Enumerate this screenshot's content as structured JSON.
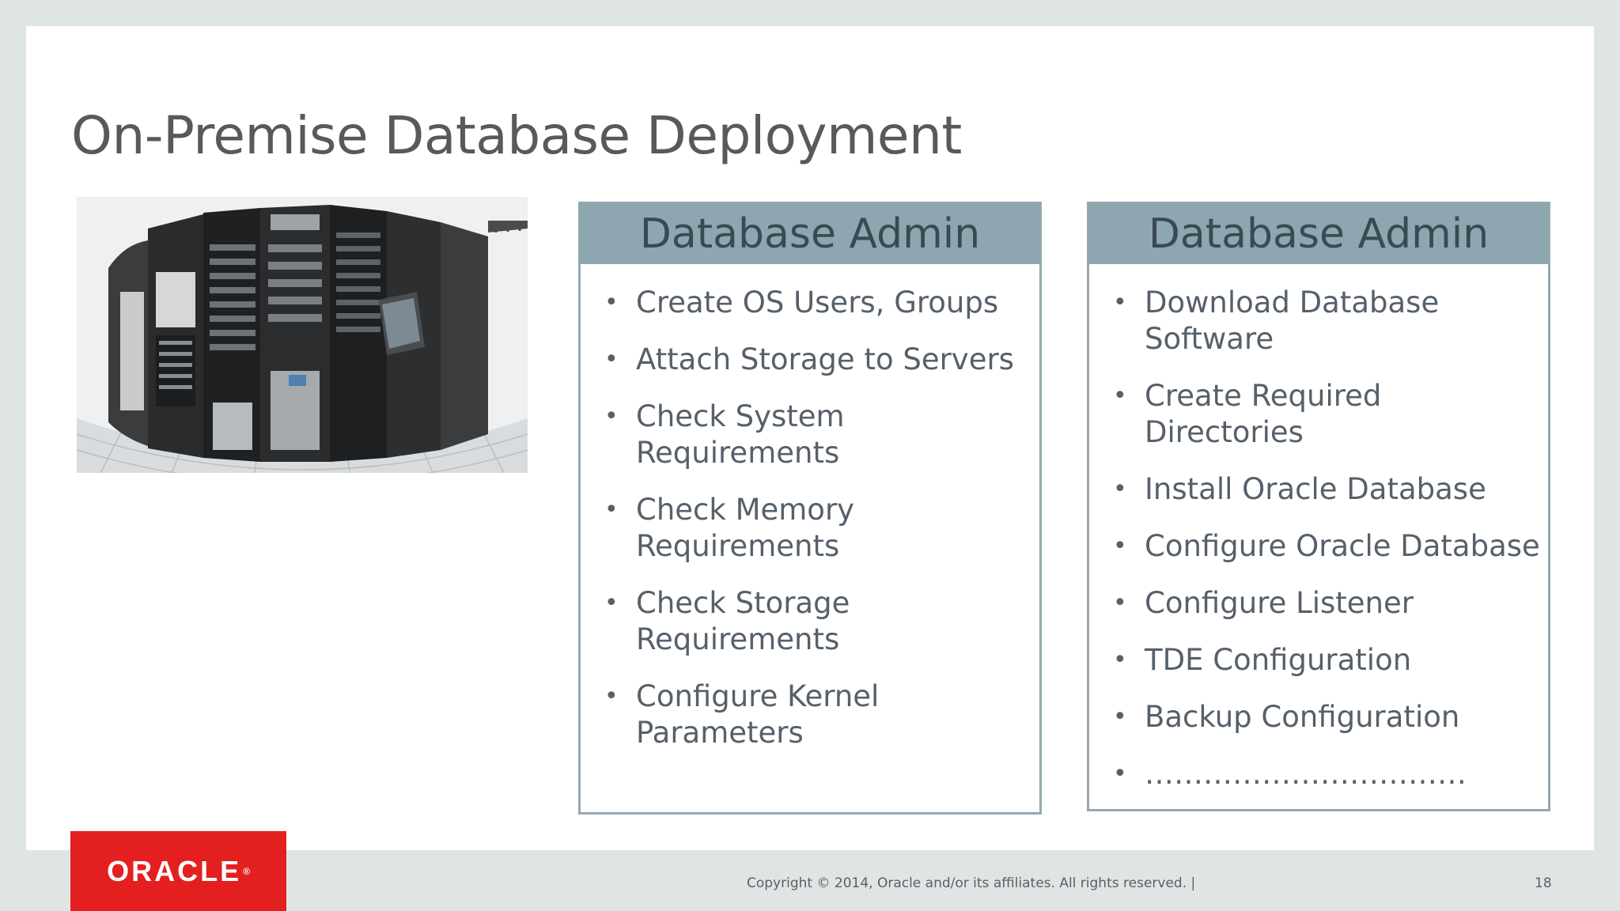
{
  "slide": {
    "title": "On-Premise Database Deployment",
    "image_alt": "Server racks in a data center"
  },
  "panels": [
    {
      "heading": "Database Admin",
      "items": [
        "Create OS Users, Groups",
        "Attach Storage to Servers",
        "Check System Requirements",
        "Check Memory Requirements",
        "Check Storage Requirements",
        "Configure Kernel Parameters"
      ]
    },
    {
      "heading": "Database Admin",
      "items": [
        "Download Database Software",
        "Create Required Directories",
        "Install Oracle Database",
        "Configure Oracle Database",
        "Configure Listener",
        "TDE Configuration",
        "Backup Configuration",
        "……………………………"
      ]
    }
  ],
  "footer": {
    "copyright": "Copyright © 2014, Oracle and/or its affiliates. All rights reserved.  |",
    "page_number": "18",
    "logo_text": "ORACLE"
  },
  "colors": {
    "panel_header": "#8ea6b0",
    "panel_border": "#94a8b1",
    "brand_red": "#e41f1f"
  }
}
